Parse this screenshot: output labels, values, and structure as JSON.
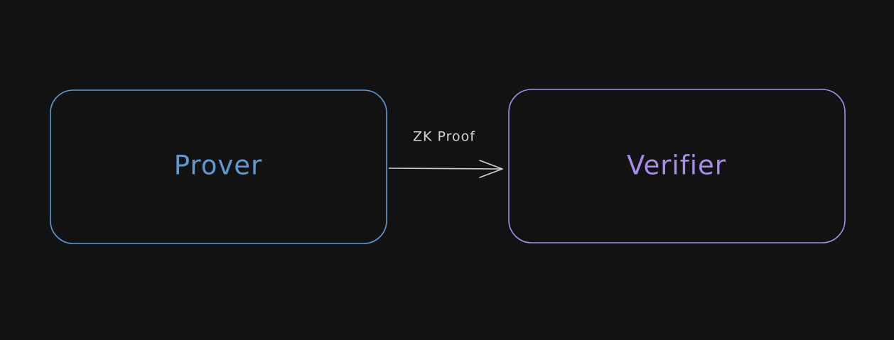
{
  "diagram": {
    "background_color": "#121212",
    "nodes": [
      {
        "id": "prover",
        "label": "Prover",
        "color": "#5b9bd5"
      },
      {
        "id": "verifier",
        "label": "Verifier",
        "color": "#a98bea"
      }
    ],
    "edges": [
      {
        "from": "prover",
        "to": "verifier",
        "label": "ZK Proof",
        "color": "#d2d2d2"
      }
    ]
  }
}
